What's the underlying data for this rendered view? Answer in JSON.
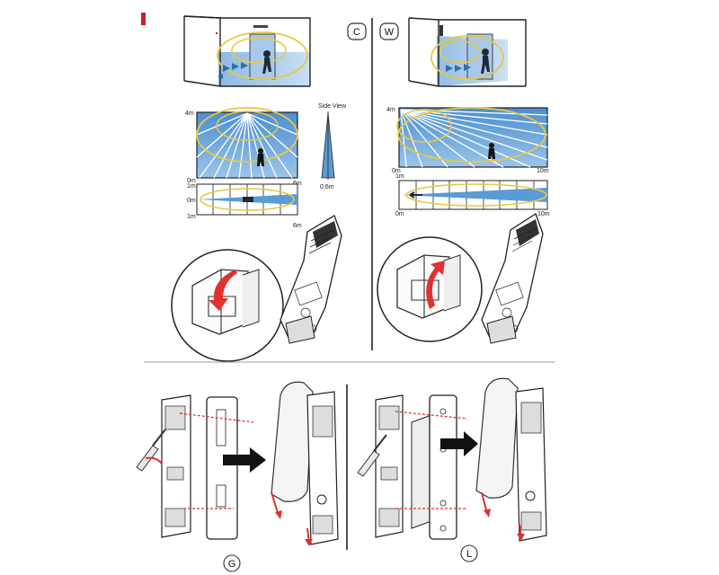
{
  "panels": {
    "c": {
      "badge": "C",
      "top_label": "4m",
      "bottom_label": "0m",
      "right_label": "6m",
      "strip_top_label": "1m",
      "strip_mid_label": "0m",
      "strip_bottom_label": "1m",
      "strip_right_label": "6m",
      "side_view_title": "Side View",
      "side_view_width": "0.6m"
    },
    "w": {
      "badge": "W",
      "top_label": "4m",
      "bottom_label": "0m",
      "right_label": "10m",
      "strip_top_label": "1m",
      "strip_bottom_left": "0m",
      "strip_right_label": "10m"
    }
  },
  "bottom": {
    "left_badge": "G",
    "right_badge": "L"
  },
  "colors": {
    "coverage_fill": "#5b9bd5",
    "coverage_highlight": "#b8d4ee",
    "ellipse": "#e8c840",
    "arrow_red": "#e03030",
    "marker_red": "#cc1f2a",
    "line": "#222222"
  }
}
